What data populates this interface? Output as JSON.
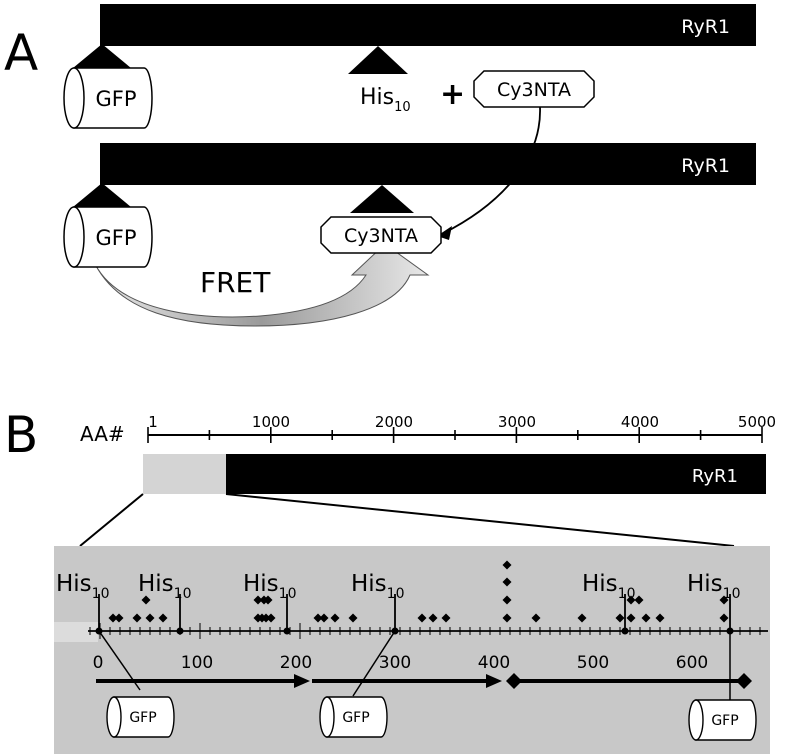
{
  "panel_a": {
    "label": "A",
    "bar_label": "RyR1",
    "gfp_label": "GFP",
    "his_label": "His",
    "his_sub": "10",
    "plus": "+",
    "cy3_label": "Cy3NTA",
    "fret_label": "FRET"
  },
  "panel_b": {
    "label": "B",
    "aa_label": "AA#",
    "axis_ticks": [
      "1",
      "1000",
      "2000",
      "3000",
      "4000",
      "5000"
    ],
    "bar_label": "RyR1",
    "his_label": "His",
    "his_sub": "10",
    "zoom_ticks": [
      "0",
      "100",
      "200",
      "300",
      "400",
      "500",
      "600"
    ],
    "gfp_label": "GFP"
  },
  "colors": {
    "black": "#000000",
    "light_gray": "#d4d4d4",
    "panel_gray": "#c8c8c8",
    "fret_arrow": "#b3b3b3"
  }
}
